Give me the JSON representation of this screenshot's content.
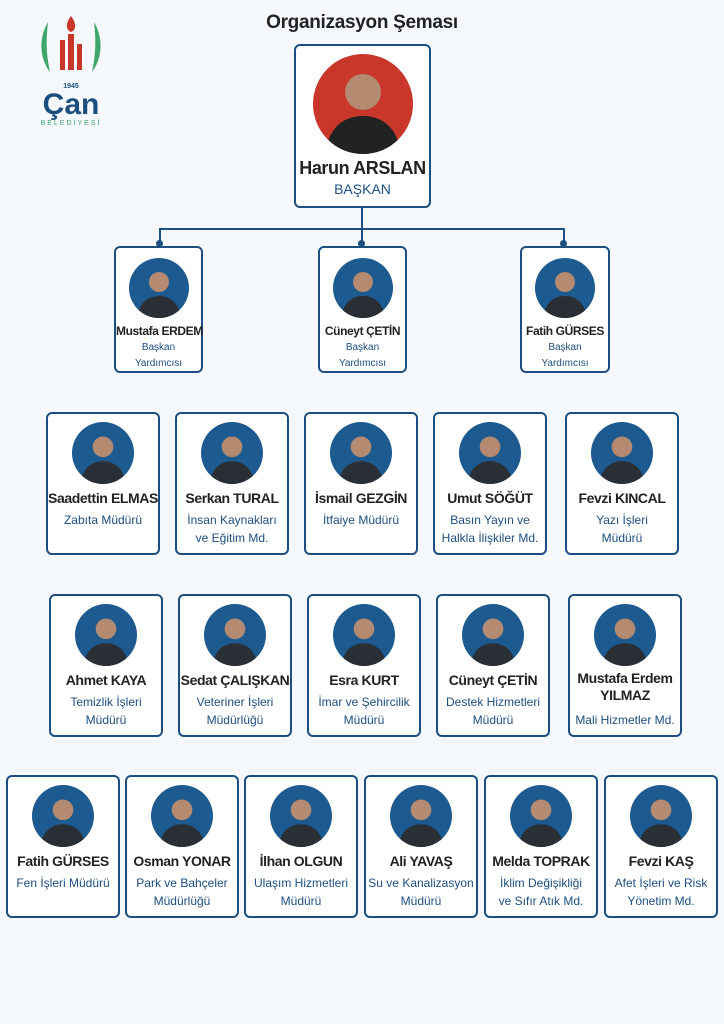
{
  "title": "Organizasyon Şeması",
  "logo": {
    "year": "1945",
    "name": "Çan",
    "subtitle": "BELEDİYESİ"
  },
  "colors": {
    "primary": "#1c4e80",
    "accent": "#c8372a",
    "leaf": "#3fa66a"
  },
  "president": {
    "name": "Harun ARSLAN",
    "role": "BAŞKAN"
  },
  "deputies": [
    {
      "name": "Mustafa ERDEM",
      "role": [
        "Başkan",
        "Yardımcısı"
      ]
    },
    {
      "name": "Cüneyt ÇETİN",
      "role": [
        "Başkan",
        "Yardımcısı"
      ]
    },
    {
      "name": "Fatih GÜRSES",
      "role": [
        "Başkan",
        "Yardımcısı"
      ]
    }
  ],
  "row1": [
    {
      "name": "Saadettin ELMAS",
      "role": [
        "Zabıta Müdürü"
      ]
    },
    {
      "name": "Serkan TURAL",
      "role": [
        "İnsan Kaynakları",
        "ve Eğitim Md."
      ]
    },
    {
      "name": "İsmail GEZGİN",
      "role": [
        "İtfaiye Müdürü"
      ]
    },
    {
      "name": "Umut SÖĞÜT",
      "role": [
        "Basın Yayın ve",
        "Halkla İlişkiler Md."
      ]
    },
    {
      "name": "Fevzi KINCAL",
      "role": [
        "Yazı İşleri",
        "Müdürü"
      ]
    }
  ],
  "row2": [
    {
      "name": "Ahmet KAYA",
      "role": [
        "Temizlik İşleri",
        "Müdürü"
      ]
    },
    {
      "name": "Sedat ÇALIŞKAN",
      "role": [
        "Veteriner İşleri",
        "Müdürlüğü"
      ]
    },
    {
      "name": "Esra KURT",
      "role": [
        "İmar ve Şehircilik",
        "Müdürü"
      ]
    },
    {
      "name": "Cüneyt ÇETİN",
      "role": [
        "Destek Hizmetleri",
        "Müdürü"
      ]
    },
    {
      "name": "Mustafa Erdem",
      "name2": "YILMAZ",
      "role": [
        "Mali Hizmetler Md."
      ]
    }
  ],
  "row3": [
    {
      "name": "Fatih GÜRSES",
      "role": [
        "Fen İşleri Müdürü"
      ]
    },
    {
      "name": "Osman YONAR",
      "role": [
        "Park ve Bahçeler",
        "Müdürlüğü"
      ]
    },
    {
      "name": "İlhan OLGUN",
      "role": [
        "Ulaşım Hizmetleri",
        "Müdürü"
      ]
    },
    {
      "name": "Ali YAVAŞ",
      "role": [
        "Su ve Kanalizasyon",
        "Müdürü"
      ]
    },
    {
      "name": "Melda TOPRAK",
      "role": [
        "İklim Değişikliği",
        "ve Sıfır Atık Md."
      ]
    },
    {
      "name": "Fevzi KAŞ",
      "role": [
        "Afet İşleri ve Risk",
        "Yönetim Md."
      ]
    }
  ]
}
